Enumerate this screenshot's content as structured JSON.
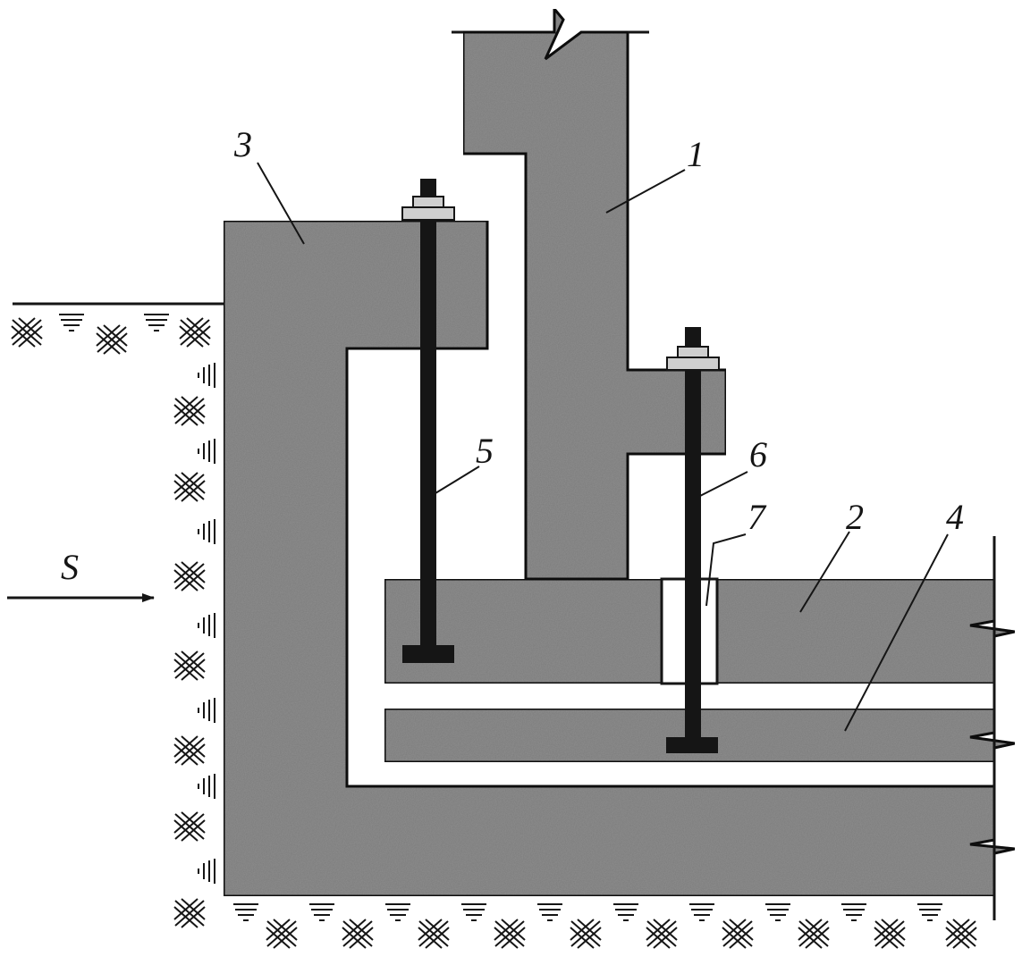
{
  "diagram": {
    "parts": [
      {
        "id": "1",
        "label": "1"
      },
      {
        "id": "2",
        "label": "2"
      },
      {
        "id": "3",
        "label": "3"
      },
      {
        "id": "4",
        "label": "4"
      },
      {
        "id": "5",
        "label": "5"
      },
      {
        "id": "6",
        "label": "6"
      },
      {
        "id": "7",
        "label": "7"
      }
    ],
    "load_label": "S"
  }
}
